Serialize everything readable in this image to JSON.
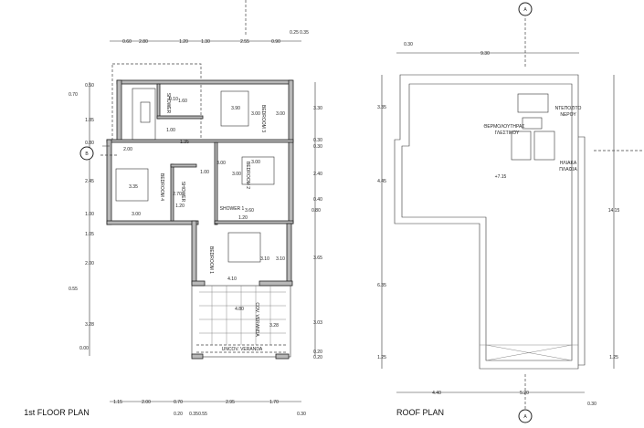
{
  "titles": {
    "first_floor": "1st FLOOR PLAN",
    "roof": "ROOF PLAN"
  },
  "section_markers": [
    "A",
    "A",
    "B"
  ],
  "first_floor": {
    "rooms": [
      "BEDROOM 3",
      "BEDROOM 2",
      "BEDROOM 4",
      "BEDROOM 1",
      "SHOWER",
      "SHOWER",
      "SHOWER 1",
      "COV. VERANDA",
      "UNCOV. VERANDA"
    ],
    "top_dims": [
      "0.60",
      "2.80",
      "1.20",
      "1.30",
      "2.55",
      "0.90",
      "0.25",
      "0.35"
    ],
    "left_dims": [
      "0.50",
      "0.70",
      "1.85",
      "0.80",
      "2.45",
      "1.00",
      "1.05",
      "2.00",
      "0.55",
      "3.28",
      "0.00"
    ],
    "right_dims": [
      "3.30",
      "0.30",
      "0.30",
      "2.40",
      "0.40",
      "0.80",
      "3.65",
      "3.03",
      "0.20",
      "0.20"
    ],
    "bottom_dims": [
      "1.15",
      "2.00",
      "0.70",
      "2.95",
      "1.70",
      "0.20",
      "0.35",
      "0.55",
      "0.30"
    ],
    "interior_dims": [
      "0.10",
      "1.60",
      "3.90",
      "3.00",
      "3.00",
      "1.00",
      "1.35",
      "2.00",
      "3.00",
      "3.00",
      "1.00",
      "3.00",
      "3.35",
      "2.70",
      "1.20",
      "3.00",
      "3.60",
      "1.20",
      "3.10",
      "3.10",
      "4.10",
      "4.80",
      "3.28"
    ]
  },
  "roof": {
    "dims": [
      "0.30",
      "9.30",
      "3.35",
      "4.45",
      "6.35",
      "1.25",
      "14.15",
      "1.25",
      "4.40",
      "5.20",
      "0.30"
    ],
    "level": "+7.15",
    "labels": [
      "ΝΤΕΠΟΖΙΤΟ",
      "ΝΕΡΟΥ",
      "ΘΕΡΜΟΛΟΥΤΗΡΑΣ",
      "ΓΛΕΣΤΙΚΟΥ",
      "ΗΛΙΑΚΑ",
      "ΠΛΑΙΣΙΑ"
    ]
  }
}
